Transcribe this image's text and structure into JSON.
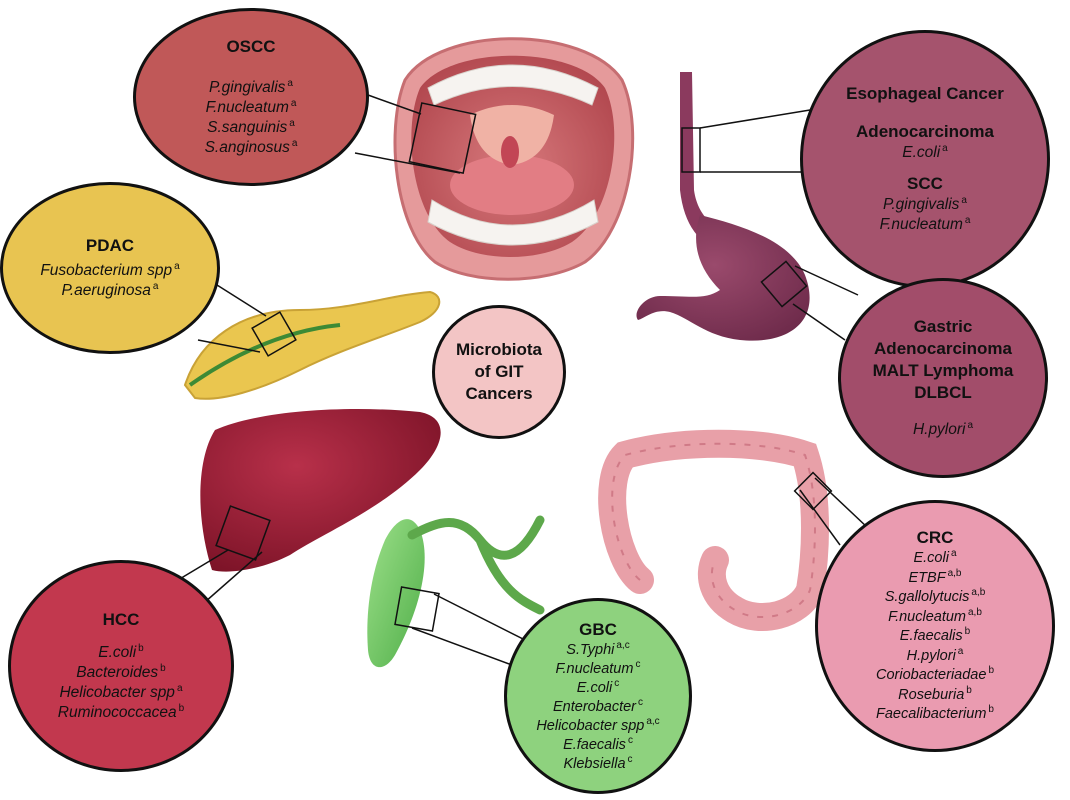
{
  "center_label": [
    "Microbiota",
    "of GIT",
    "Cancers"
  ],
  "oscc": {
    "title": "OSCC",
    "items": [
      {
        "name": "P.gingivalis",
        "sup": "a"
      },
      {
        "name": "F.nucleatum",
        "sup": "a"
      },
      {
        "name": "S.sanguinis",
        "sup": "a"
      },
      {
        "name": "S.anginosus",
        "sup": "a"
      }
    ]
  },
  "pdac": {
    "title": "PDAC",
    "items": [
      {
        "name": "Fusobacterium spp",
        "sup": "a"
      },
      {
        "name": "P.aeruginosa",
        "sup": "a"
      }
    ]
  },
  "esophageal": {
    "title": "Esophageal Cancer",
    "adeno_title": "Adenocarcinoma",
    "adeno_items": [
      {
        "name": "E.coli",
        "sup": "a"
      }
    ],
    "scc_title": "SCC",
    "scc_items": [
      {
        "name": "P.gingivalis",
        "sup": "a"
      },
      {
        "name": "F.nucleatum",
        "sup": "a"
      }
    ]
  },
  "gastric": {
    "titles": [
      "Gastric",
      "Adenocarcinoma",
      "MALT Lymphoma",
      "DLBCL"
    ],
    "items": [
      {
        "name": "H.pylori",
        "sup": "a"
      }
    ]
  },
  "hcc": {
    "title": "HCC",
    "items": [
      {
        "name": "E.coli",
        "sup": "b"
      },
      {
        "name": "Bacteroides",
        "sup": "b"
      },
      {
        "name": "Helicobacter spp",
        "sup": "a"
      },
      {
        "name": "Ruminococcacea",
        "sup": "b"
      }
    ]
  },
  "gbc": {
    "title": "GBC",
    "items": [
      {
        "name": "S.Typhi",
        "sup": "a,c"
      },
      {
        "name": "F.nucleatum",
        "sup": "c"
      },
      {
        "name": "E.coli",
        "sup": "c"
      },
      {
        "name": "Enterobacter",
        "sup": "c"
      },
      {
        "name": "Helicobacter spp",
        "sup": "a,c"
      },
      {
        "name": "E.faecalis",
        "sup": "c"
      },
      {
        "name": "Klebsiella",
        "sup": "c"
      }
    ]
  },
  "crc": {
    "title": "CRC",
    "items": [
      {
        "name": "E.coli",
        "sup": "a"
      },
      {
        "name": "ETBF",
        "sup": "a,b"
      },
      {
        "name": "S.gallolytucis",
        "sup": "a,b"
      },
      {
        "name": "F.nucleatum",
        "sup": "a,b"
      },
      {
        "name": "E.faecalis",
        "sup": "b"
      },
      {
        "name": "H.pylori",
        "sup": "a"
      },
      {
        "name": "Coriobacteriadae",
        "sup": "b"
      },
      {
        "name": "Roseburia",
        "sup": "b"
      },
      {
        "name": "Faecalibacterium",
        "sup": "b"
      }
    ]
  },
  "colors": {
    "oscc": "#c05858",
    "pdac": "#e8c451",
    "esophageal": "#a5536d",
    "gastric": "#a24d6a",
    "hcc": "#c2384e",
    "gbc": "#8ed27e",
    "crc": "#ea9bb0",
    "center": "#f3c5c5"
  }
}
